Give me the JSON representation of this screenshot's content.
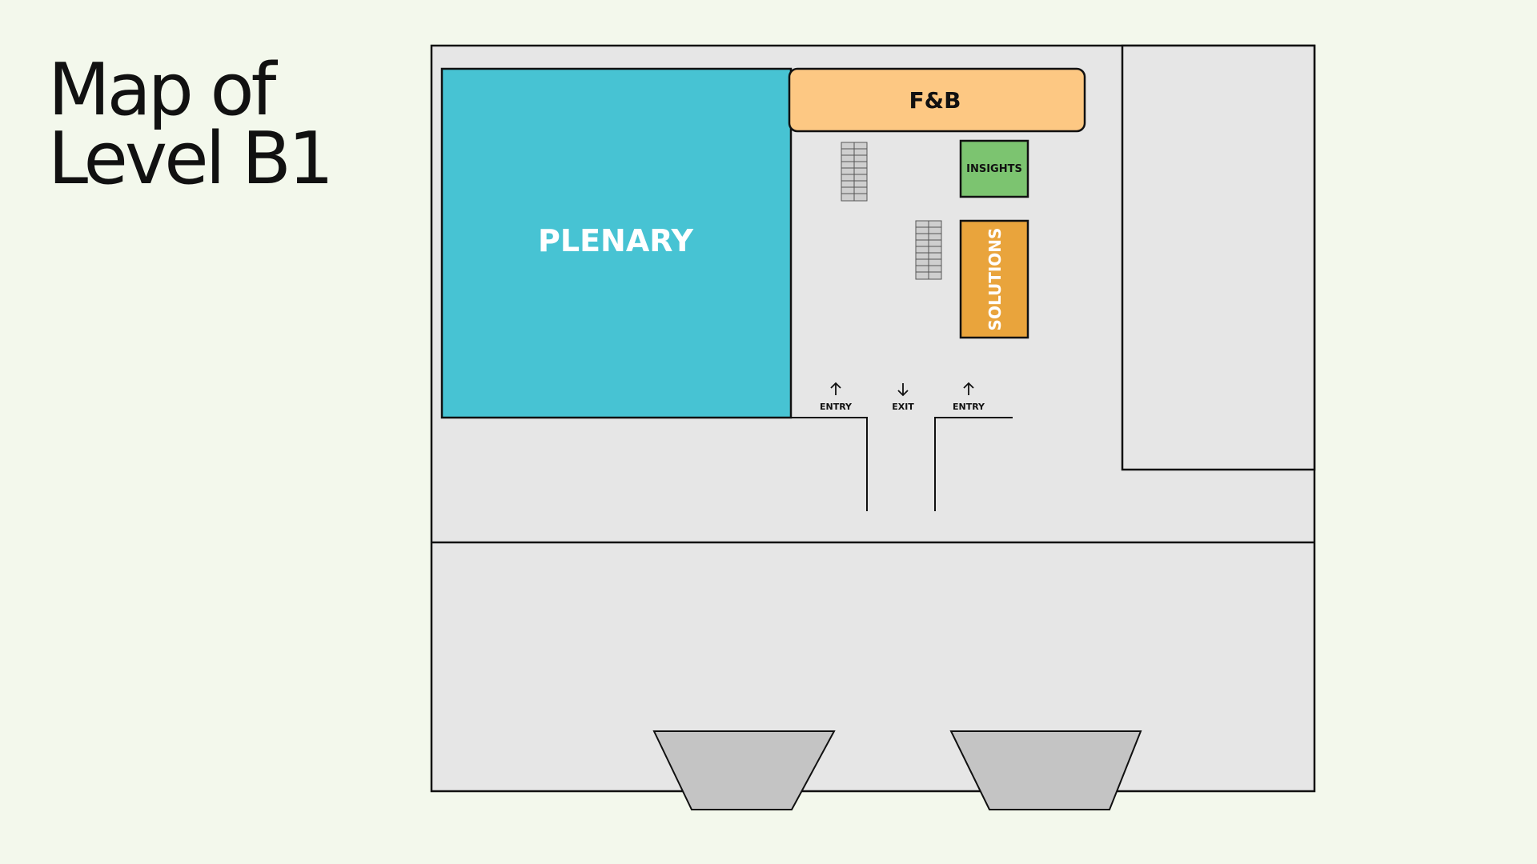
{
  "title": {
    "line1": "Map of",
    "line2": "Level B1"
  },
  "rooms": {
    "plenary": {
      "label": "PLENARY",
      "color": "#47c3d3"
    },
    "fnb": {
      "label": "F&B",
      "color": "#fdc883"
    },
    "insights": {
      "label": "INSIGHTS",
      "color": "#7cc470"
    },
    "solutions": {
      "label": "SOLUTIONS",
      "color": "#e9a43c"
    }
  },
  "doors": [
    {
      "label": "ENTRY",
      "direction": "up"
    },
    {
      "label": "EXIT",
      "direction": "down"
    },
    {
      "label": "ENTRY",
      "direction": "up"
    }
  ],
  "colors": {
    "background": "#f3f8ec",
    "floor": "#e6e6e6",
    "escalator": "#c4c4c4"
  }
}
